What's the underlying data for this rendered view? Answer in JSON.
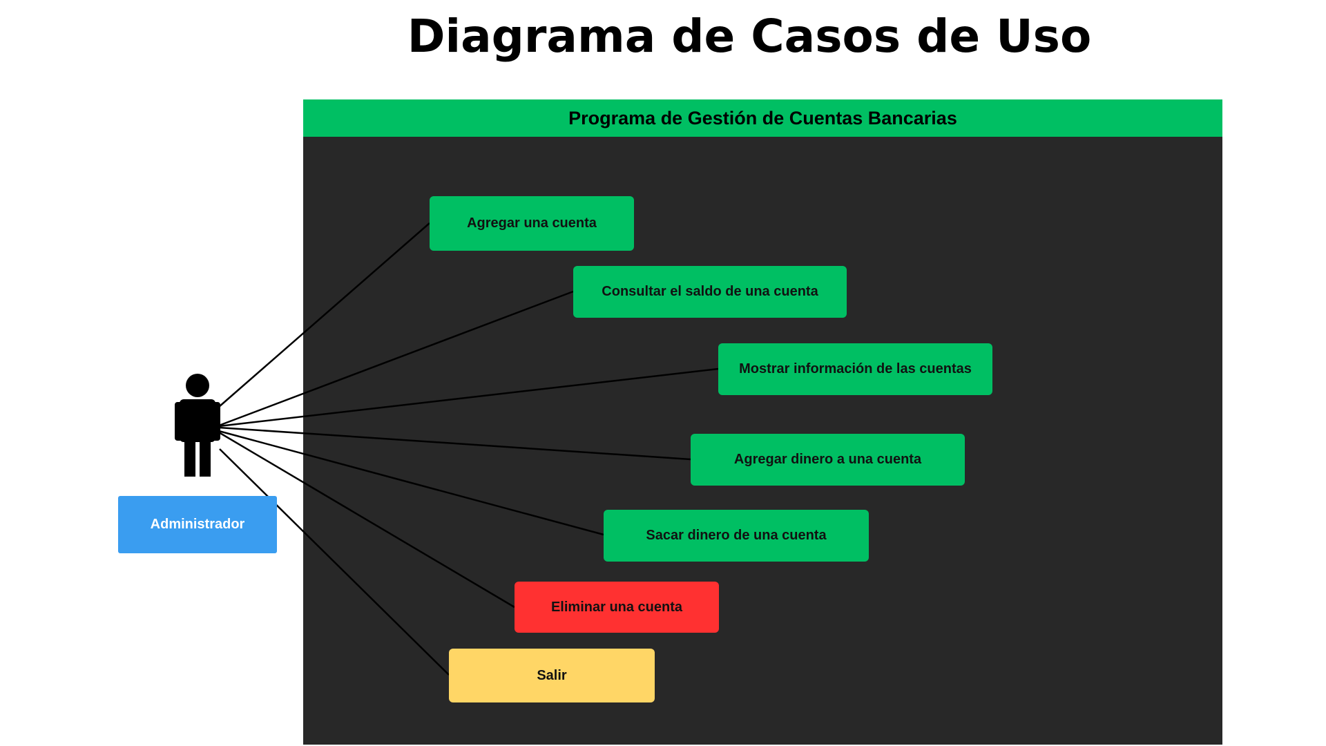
{
  "title": "Diagrama de Casos de Uso",
  "system": {
    "name": "Programa de Gestión de Cuentas Bancarias",
    "background": "#282828",
    "header_color": "#00bf63"
  },
  "actor": {
    "label": "Administrador",
    "icon": "person-icon",
    "label_color": "#3a9df0"
  },
  "use_cases": [
    {
      "label": "Agregar una cuenta",
      "color": "#00bf63"
    },
    {
      "label": "Consultar el saldo de una cuenta",
      "color": "#00bf63"
    },
    {
      "label": "Mostrar información de las cuentas",
      "color": "#00bf63"
    },
    {
      "label": "Agregar dinero a una cuenta",
      "color": "#00bf63"
    },
    {
      "label": "Sacar dinero de una cuenta",
      "color": "#00bf63"
    },
    {
      "label": "Eliminar una cuenta",
      "color": "#ff3131"
    },
    {
      "label": "Salir",
      "color": "#ffd666"
    }
  ]
}
